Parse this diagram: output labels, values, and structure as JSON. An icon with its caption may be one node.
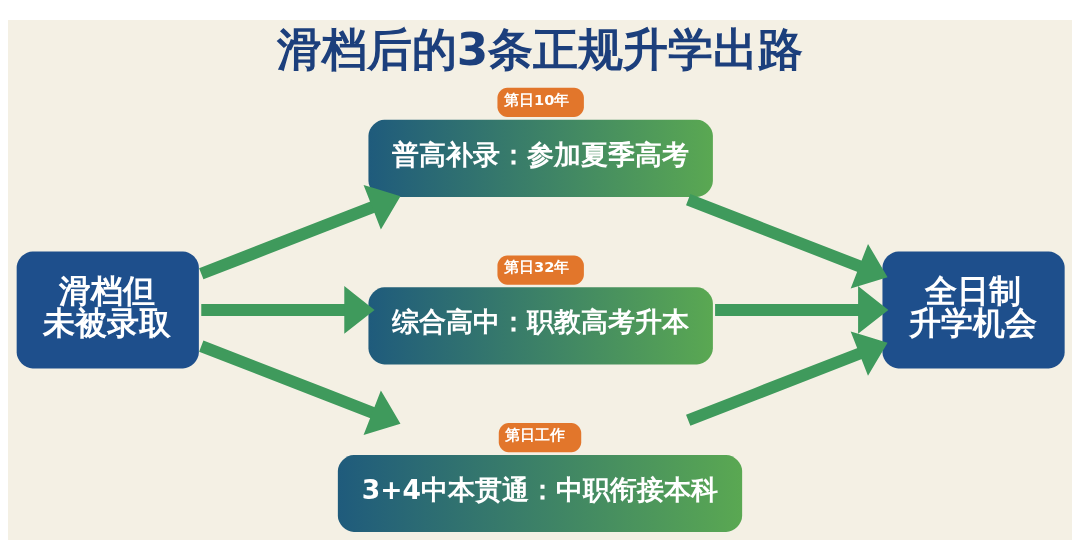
{
  "diagram": {
    "title": "滑档后的3条正规升学出路",
    "nodes": [
      {
        "text": [
          "滑档但未被录取"
        ]
      },
      {
        "text": [
          "普高补录：参加夏季高考"
        ],
        "beside": [
          "第日10年"
        ]
      },
      {
        "text": [
          "综合高中：职教高考升本"
        ],
        "beside": [
          "第日32年"
        ]
      },
      {
        "text": [
          "3+4中本贯通：中职衔接本科"
        ],
        "beside": [
          "第日工作"
        ]
      },
      {
        "text": [
          "全日制升学机会"
        ]
      }
    ],
    "edges": [
      {
        "from": 0,
        "to": 1,
        "arrow": "to"
      },
      {
        "from": 0,
        "to": 2,
        "arrow": "to"
      },
      {
        "from": 0,
        "to": 3,
        "arrow": "to"
      },
      {
        "from": 1,
        "to": 4,
        "arrow": "to"
      },
      {
        "from": 2,
        "to": 4,
        "arrow": "to"
      },
      {
        "from": 3,
        "to": 4,
        "arrow": "to"
      }
    ]
  }
}
